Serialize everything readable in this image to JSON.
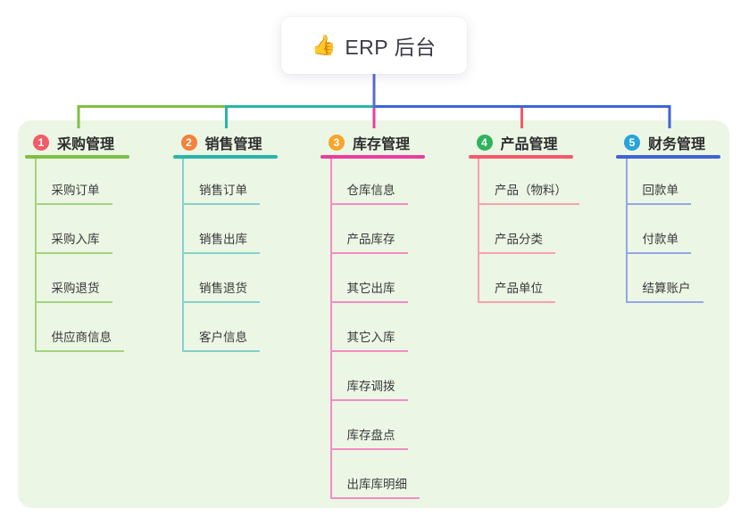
{
  "root": {
    "icon": "👍",
    "label": "ERP 后台"
  },
  "palette": {
    "canvas_bg": "#ffffff",
    "container_bg": "#ebf6e5",
    "stem_color": "#5c6ad2",
    "root_text": "#3b3b44",
    "title_text": "#2d2d2d",
    "item_text": "#3a3a3a"
  },
  "branches": [
    {
      "num": "1",
      "label": "采购管理",
      "badge_color": "#f25b68",
      "line_color": "#7fbf45",
      "thin_color": "#a5d37d",
      "items": [
        "采购订单",
        "采购入库",
        "采购退货",
        "供应商信息"
      ]
    },
    {
      "num": "2",
      "label": "销售管理",
      "badge_color": "#f5813b",
      "line_color": "#28b5aa",
      "thin_color": "#84d2ca",
      "items": [
        "销售订单",
        "销售出库",
        "销售退货",
        "客户信息"
      ]
    },
    {
      "num": "3",
      "label": "库存管理",
      "badge_color": "#f7a62b",
      "line_color": "#e93d9d",
      "thin_color": "#f38cc4",
      "items": [
        "仓库信息",
        "产品库存",
        "其它出库",
        "其它入库",
        "库存调拨",
        "库存盘点",
        "出库库明细"
      ]
    },
    {
      "num": "4",
      "label": "产品管理",
      "badge_color": "#2fb45c",
      "line_color": "#f7596a",
      "thin_color": "#f9a0ab",
      "items": [
        "产品（物料）",
        "产品分类",
        "产品单位"
      ]
    },
    {
      "num": "5",
      "label": "财务管理",
      "badge_color": "#2aa3d9",
      "line_color": "#3f63d6",
      "thin_color": "#93a8e6",
      "items": [
        "回款单",
        "付款单",
        "结算账户"
      ]
    }
  ]
}
